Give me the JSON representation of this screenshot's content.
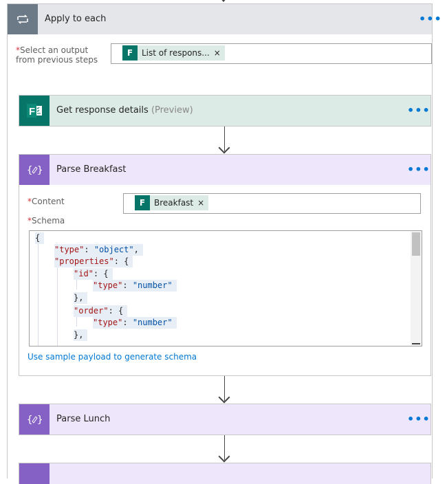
{
  "apply_each": {
    "title": "Apply to each",
    "more": "•••",
    "select_label_req": "*",
    "select_label_line1": "Select an output",
    "select_label_line2": "from previous steps",
    "token_text": "List of respons...",
    "token_close": "×"
  },
  "response_details": {
    "title": "Get response details",
    "suffix": "(Preview)",
    "more": "•••"
  },
  "parse_breakfast": {
    "title": "Parse Breakfast",
    "more": "•••",
    "content_req": "*",
    "content_label": "Content",
    "content_token": "Breakfast",
    "content_token_close": "×",
    "schema_req": "*",
    "schema_label": "Schema",
    "sample_link": "Use sample payload to generate schema"
  },
  "schema_code": {
    "l1": "{",
    "l2_key": "\"type\"",
    "l2_sep": ": ",
    "l2_val": "\"object\"",
    "l2_end": ",",
    "l3_key": "\"properties\"",
    "l3_end": ": {",
    "l4_key": "\"id\"",
    "l4_end": ": {",
    "l5_key": "\"type\"",
    "l5_sep": ": ",
    "l5_val": "\"number\"",
    "l6": "},",
    "l7_key": "\"order\"",
    "l7_end": ": {",
    "l8_key": "\"type\"",
    "l8_sep": ": ",
    "l8_val": "\"number\"",
    "l9": "},"
  },
  "parse_lunch": {
    "title": "Parse Lunch",
    "more": "•••"
  },
  "colors": {
    "forms_green": "#077568",
    "parse_purple": "#8661c5",
    "loop_gray": "#6c7a87",
    "link_blue": "#0078d4"
  }
}
